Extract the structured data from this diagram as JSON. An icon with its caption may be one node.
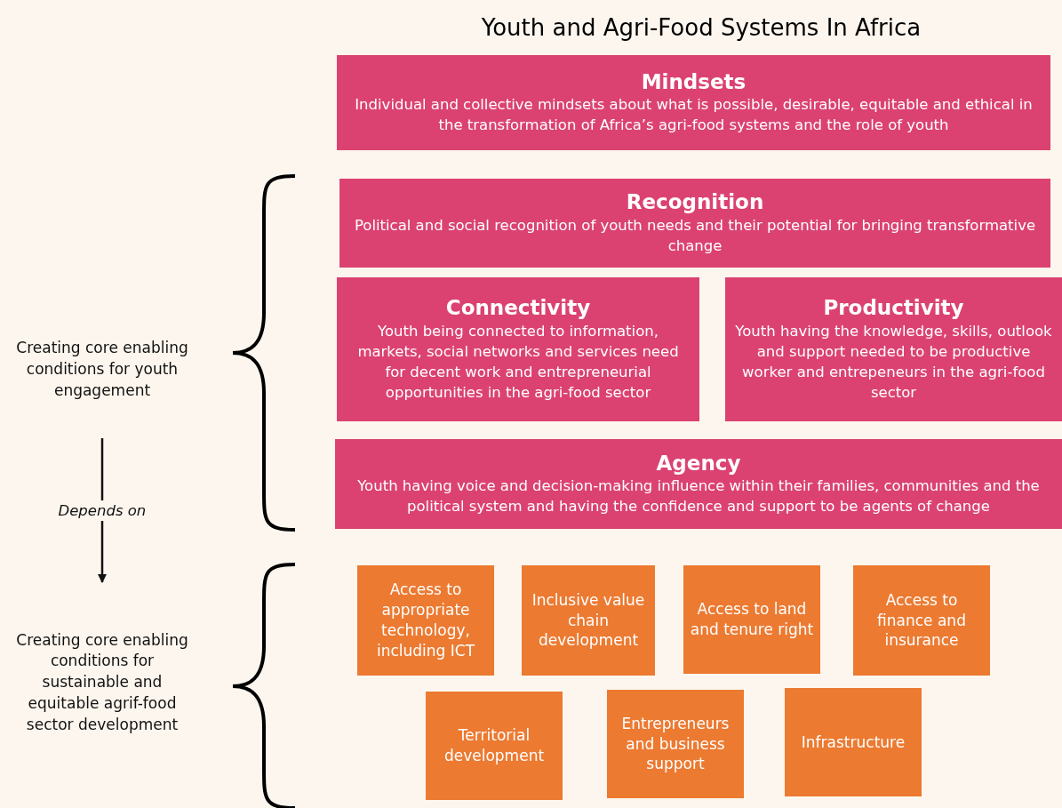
{
  "diagram": {
    "title": "Youth and Agri-Food Systems In Africa",
    "nodes": [
      {
        "text": [
          "Mindsets",
          "Individual and collective mindsets about what is possible, desirable, equitable and ethical in the transformation of Africa’s agri-food systems and the role of youth"
        ]
      },
      {
        "text": [
          "Recognition",
          "Political and social recognition of youth needs and their potential for bringing transformative change"
        ]
      },
      {
        "text": [
          "Connectivity",
          "Youth being connected to information, markets, social networks and services need for decent work and entrepreneurial opportunities in the agri-food sector"
        ]
      },
      {
        "text": [
          "Productivity",
          "Youth having the knowledge, skills, outlook and support needed to be productive worker and entrepeneurs in the agri-food sector"
        ]
      },
      {
        "text": [
          "Agency",
          "Youth having voice and decision-making influence within their families, communities and the political system and having the confidence and support to be agents of change"
        ]
      },
      {
        "text": [
          "Access to appropriate technology, including ICT"
        ]
      },
      {
        "text": [
          "Inclusive value chain development"
        ]
      },
      {
        "text": [
          "Access to land and tenure right"
        ]
      },
      {
        "text": [
          "Access to finance and insurance"
        ]
      },
      {
        "text": [
          "Territorial development"
        ]
      },
      {
        "text": [
          "Entrepreneurs and business support"
        ]
      },
      {
        "text": [
          "Infrastructure"
        ]
      },
      {
        "text": [
          "Creating core enabling conditions for youth engagement"
        ]
      },
      {
        "text": [
          "Creating core enabling conditions for sustainable and equitable agrif-food sector development"
        ]
      }
    ],
    "edges": [
      {
        "from": 12,
        "to": 13,
        "arrow": "to",
        "label": "Depends on"
      }
    ]
  }
}
